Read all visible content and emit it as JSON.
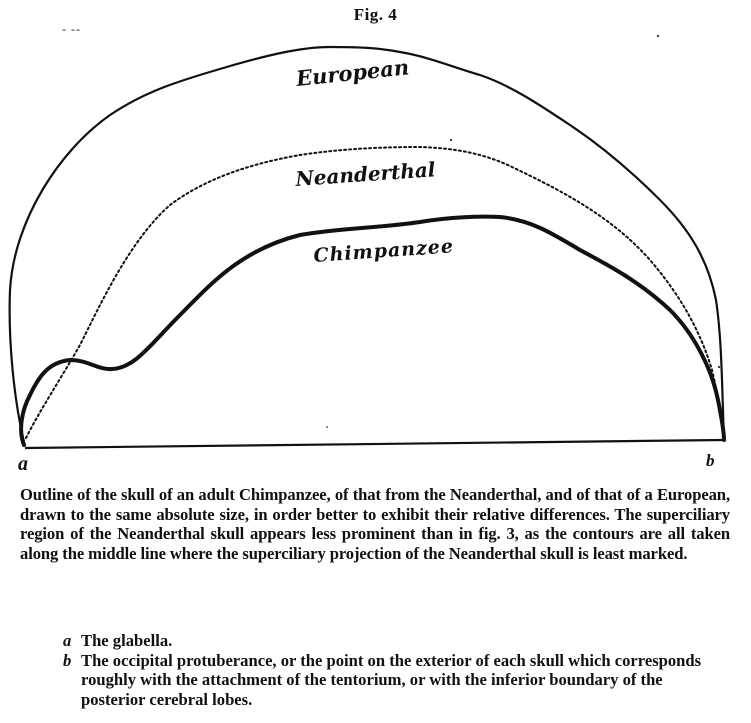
{
  "figure": {
    "title": "Fig. 4",
    "stray_mark": "- --",
    "curves": [
      {
        "name": "European",
        "style": "solid",
        "stroke_width": 2.2
      },
      {
        "name": "Neanderthal",
        "style": "dotted",
        "stroke_width": 2
      },
      {
        "name": "Chimpanzee",
        "style": "thick-solid",
        "stroke_width": 4
      }
    ],
    "labels": {
      "european": "European",
      "neanderthal": "Neanderthal",
      "chimpanzee": "Chimpanzee"
    },
    "points": {
      "a": "a",
      "b": "b"
    }
  },
  "caption": {
    "text": "Outline of the skull of an adult Chimpanzee, of that from the Neanderthal, and of that of a European, drawn to the same absolute size, in order better to exhibit their relative differences.   The superciliary region of the Neanderthal skull appears less prominent than in fig. 3, as the contours are all taken along the middle line where the superciliary projection of the Neanderthal skull is least marked."
  },
  "legend": [
    {
      "key": "a",
      "text": "The glabella."
    },
    {
      "key": "b",
      "text": "The occipital protuberance, or the point on the exterior of each skull which corresponds roughly with the attachment of the tentorium, or with the inferior boundary of the posterior cerebral lobes."
    }
  ]
}
